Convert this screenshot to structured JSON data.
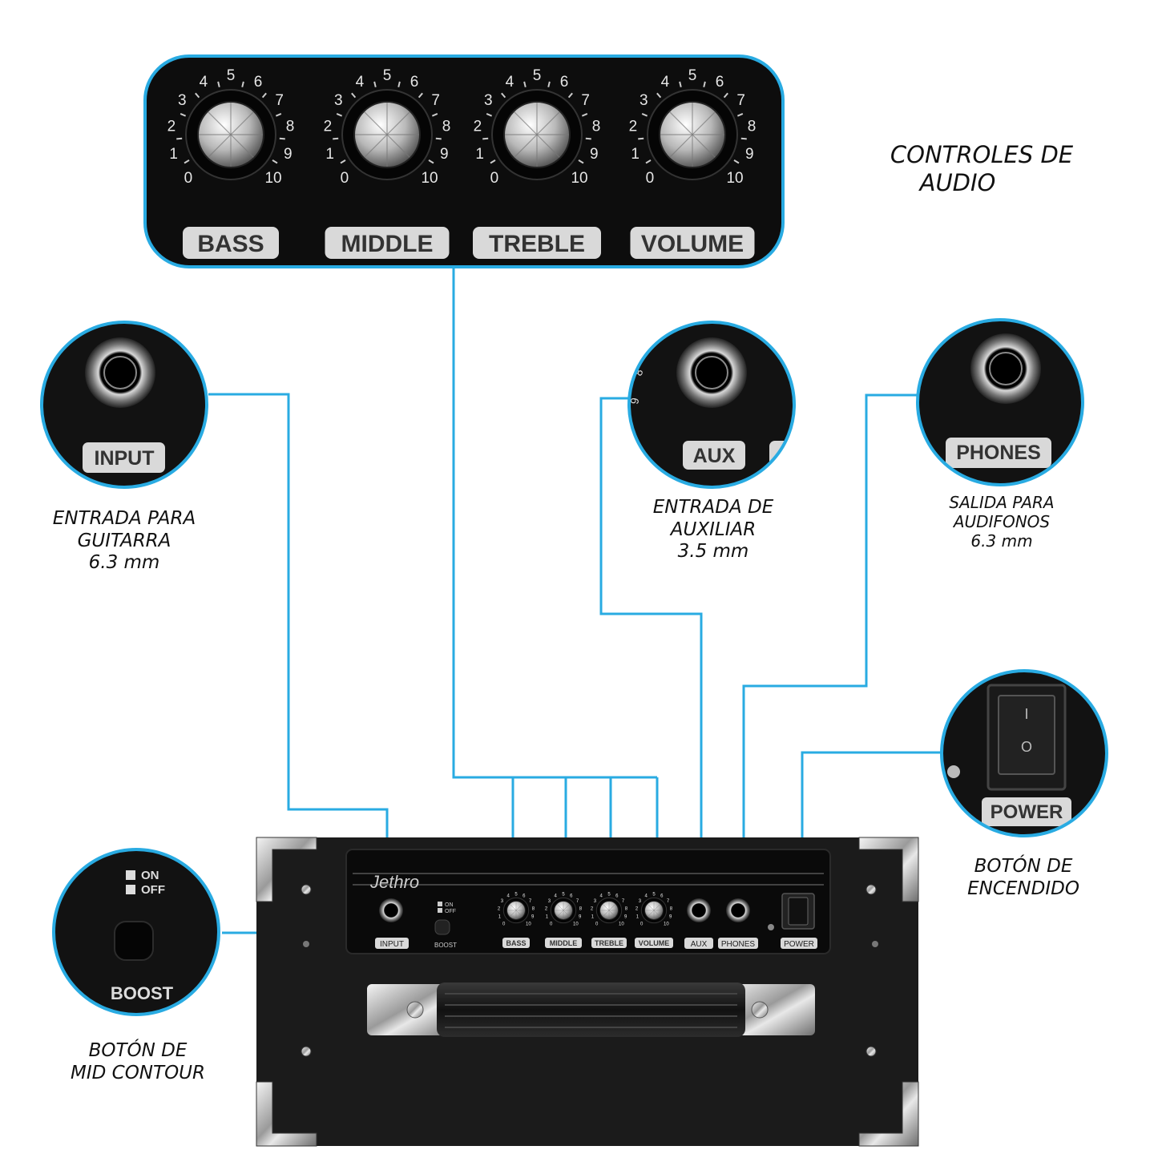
{
  "panel": {
    "knobs": [
      {
        "label": "BASS"
      },
      {
        "label": "MIDDLE"
      },
      {
        "label": "TREBLE"
      },
      {
        "label": "VOLUME"
      }
    ],
    "scale": [
      "0",
      "1",
      "2",
      "3",
      "4",
      "5",
      "6",
      "7",
      "8",
      "9",
      "10"
    ]
  },
  "captions": {
    "audio_controls": [
      "CONTROLES DE",
      "AUDIO"
    ],
    "input": [
      "ENTRADA PARA",
      "GUITARRA",
      "6.3 mm"
    ],
    "aux": [
      "ENTRADA DE",
      "AUXILIAR",
      "3.5 mm"
    ],
    "phones": [
      "SALIDA PARA",
      "AUDIFONOS",
      "6.3 mm"
    ],
    "power": [
      "BOTÓN DE",
      "ENCENDIDO"
    ],
    "boost": [
      "BOTÓN DE",
      "MID CONTOUR"
    ]
  },
  "callouts": {
    "input_label": "INPUT",
    "aux_label": "AUX",
    "phones_label": "PHONES",
    "power_label": "POWER",
    "power_symbols": [
      "I",
      "O"
    ],
    "boost_label": "BOOST",
    "boost_on": "ON",
    "boost_off": "OFF"
  },
  "amp": {
    "brand": "Jethro",
    "labels": {
      "input": "INPUT",
      "boost": "BOOST",
      "boost_on": "ON",
      "boost_off": "OFF",
      "bass": "BASS",
      "middle": "MIDDLE",
      "treble": "TREBLE",
      "volume": "VOLUME",
      "aux": "AUX",
      "phones": "PHONES",
      "power": "POWER"
    }
  },
  "colors": {
    "accent": "#29abe2",
    "panel": "#0d0d0d",
    "cabinet": "#1b1b1b",
    "label_bg": "#d9d9d9"
  }
}
